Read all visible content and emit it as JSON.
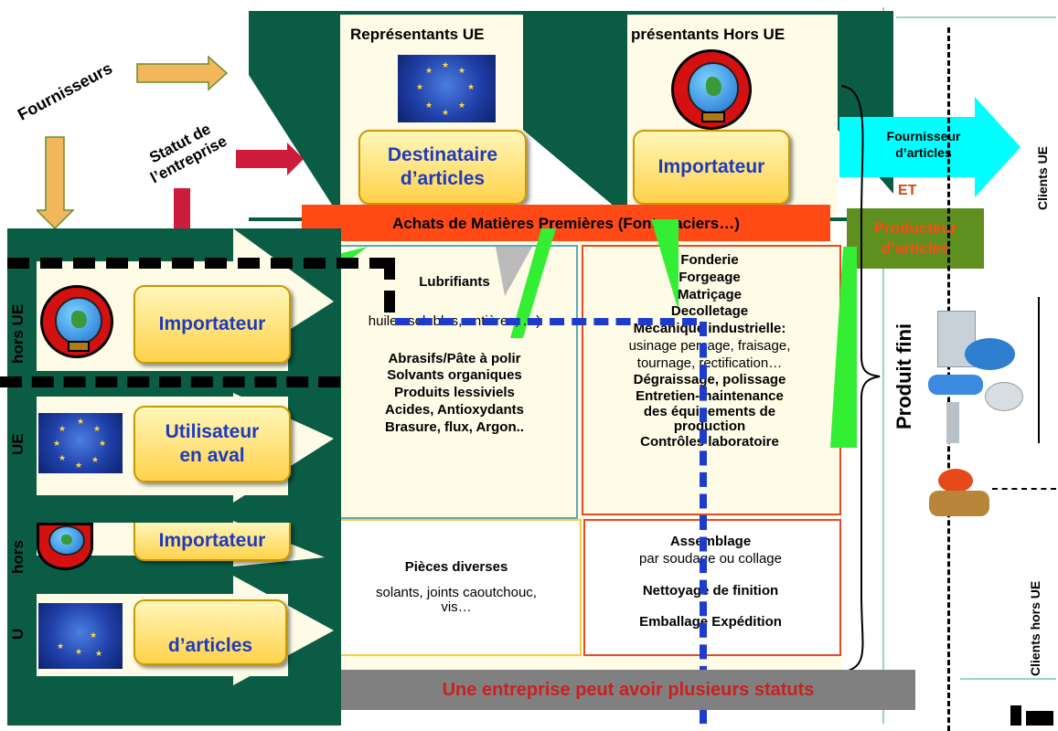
{
  "colors": {
    "dark_green": "#0a5c45",
    "pale_yellow": "#fefbe6",
    "orange_red": "#ff4a16",
    "cyan": "#00ffff",
    "olive": "#5f8f1f",
    "grey": "#808080",
    "brand_blue": "#1f3bbd",
    "dark_red": "#cc1f1f",
    "arrow_yellow": "#f2b75a",
    "arrow_red": "#cc1b3b"
  },
  "left_labels": {
    "fournisseurs": "Fournisseurs",
    "statut_line1": "Statut de",
    "statut_line2": "l’entreprise"
  },
  "top": {
    "rep_ue": "Représentants UE",
    "rep_hors_ue": "présentants Hors UE",
    "destinataire_line1": "Destinataire",
    "destinataire_line2": "d’articles",
    "importateur": "Importateur"
  },
  "achats_banner": "Achats de Matières Premières (Fonte, aciers…)",
  "rows": {
    "hors_ue": "hors UE",
    "ue": "UE",
    "hors": "hors",
    "u": "U",
    "importateur": "Importateur",
    "utilisateur_line1": "Utilisateur",
    "utilisateur_line2": "en aval",
    "importateur2": "Importateur",
    "articles": "d’articles"
  },
  "middle_box": {
    "lubrifiants": "Lubrifiants",
    "huiles": "huiles solubles, entières, …)",
    "abrasifs": "Abrasifs/Pâte à polir",
    "solvants": "Solvants organiques",
    "produits": "Produits lessiviels",
    "acides": "Acides, Antioxydants",
    "brasure": "Brasure, flux, Argon.."
  },
  "pieces_box": {
    "title": "Pièces diverses",
    "line1": "solants, joints caoutchouc,",
    "line2": "vis…"
  },
  "process_box": {
    "fonderie": "Fonderie",
    "forgeage": "Forgeage",
    "matricage": "Matriçage",
    "decolletage": "Decolletage",
    "mecanique": "Mécanique industrielle:",
    "usinage1": "usinage perçage, fraisage,",
    "usinage2": "tournage, rectification…",
    "degraissage": "Dégraissage, polissage",
    "entretien": "Entretien-maintenance",
    "equipements": "des équipements de",
    "production": "production",
    "controles": "Contrôles laboratoire"
  },
  "assembly_box": {
    "assemblage": "Assemblage",
    "soudage": "par soudage ou collage",
    "nettoyage": "Nettoyage de finition",
    "emballage": "Emballage Expédition"
  },
  "right": {
    "fournisseur_line1": "Fournisseur",
    "fournisseur_line2": "d’articles",
    "et": "ET",
    "producteur_line1": "Producteur",
    "producteur_line2": "d’articles",
    "produit_fini": "Produit fini",
    "clients_ue": "Clients UE",
    "clients_hors_ue": "Clients hors UE"
  },
  "bottom_banner": "Une entreprise peut avoir plusieurs statuts"
}
